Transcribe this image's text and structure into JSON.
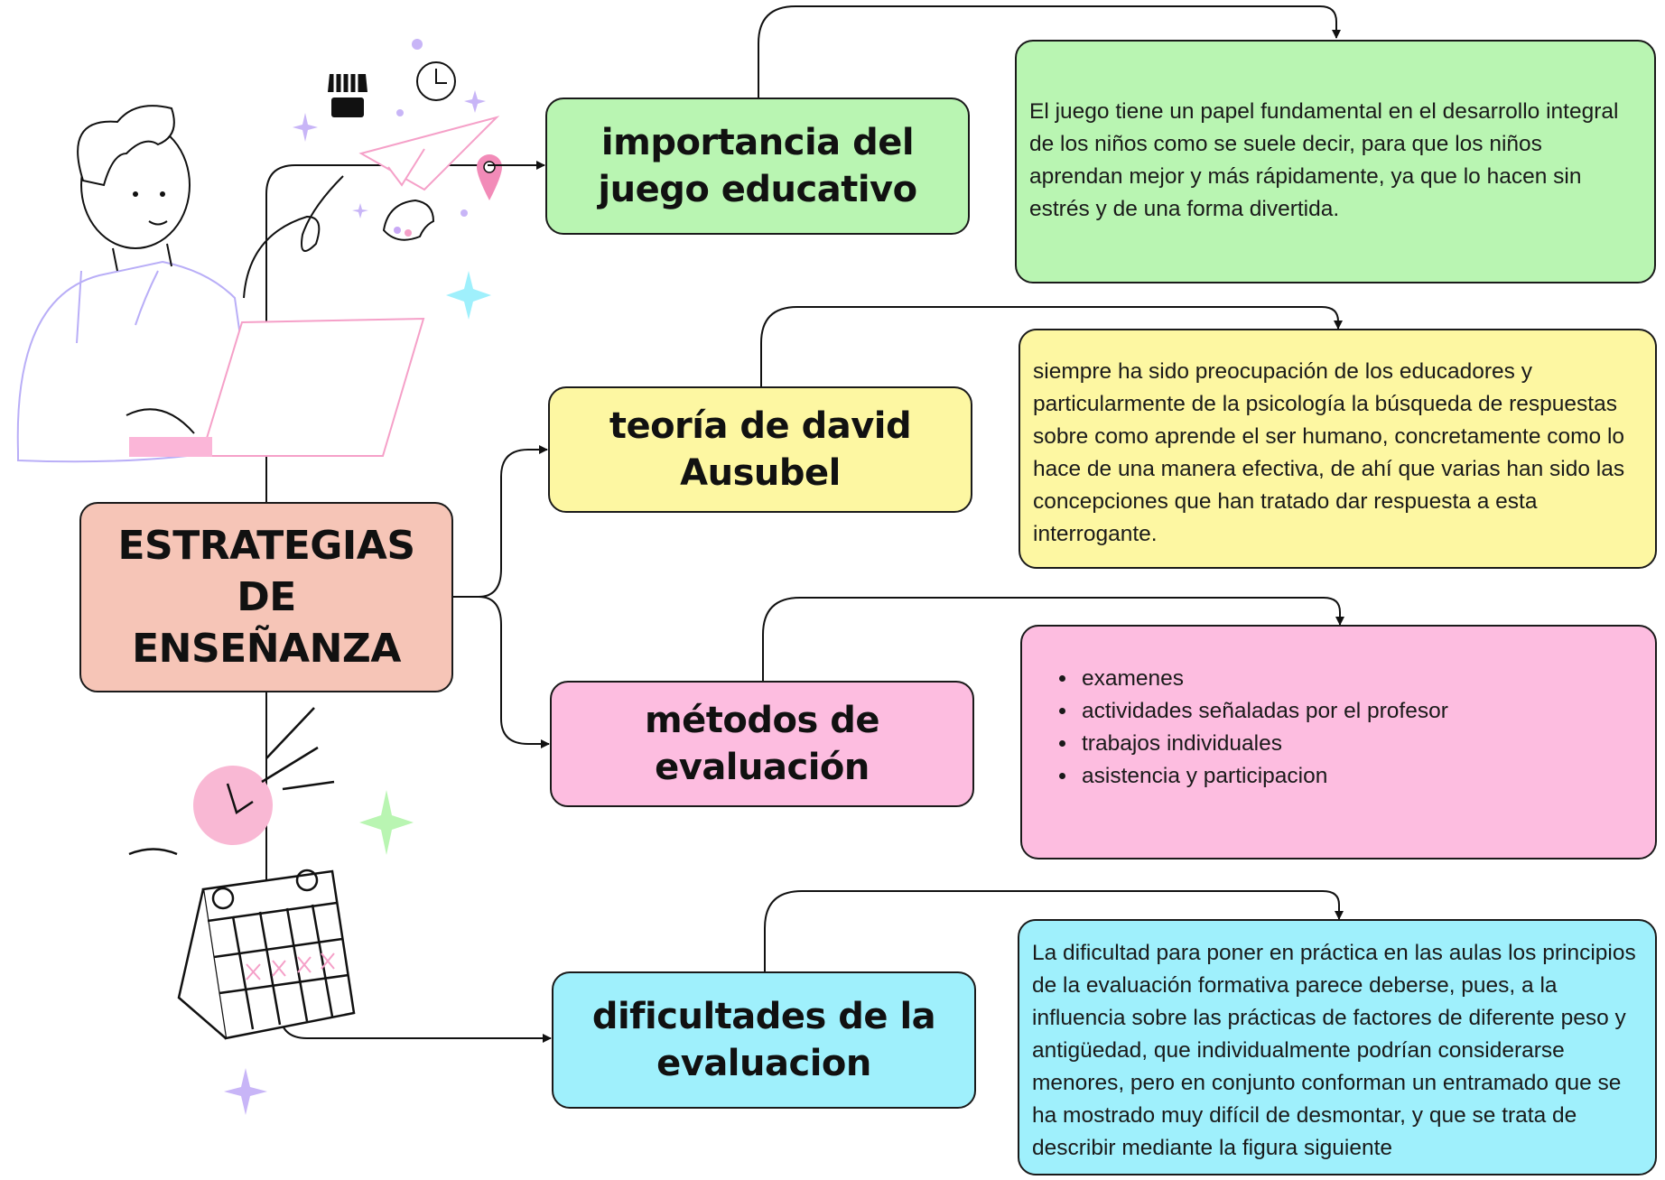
{
  "central": {
    "label": "ESTRATEGIAS DE ENSEÑANZA",
    "color": "#f6c5b7"
  },
  "branches": [
    {
      "title": "importancia del juego educativo",
      "color": "#b9f5b2",
      "description": "El juego tiene un papel fundamental en el desarrollo integral de los niños como se suele decir, para que los niños aprendan mejor y más rápidamente, ya que lo hacen sin estrés y de una forma divertida."
    },
    {
      "title": "teoría de david  Ausubel",
      "color": "#fdf7a2",
      "description": " siempre ha sido preocupación de los educadores y particularmente de la psicología la búsqueda de respuestas sobre como aprende el ser humano, concretamente como lo hace de una manera efectiva, de ahí que varias han sido las concepciones que han tratado dar respuesta a esta interrogante."
    },
    {
      "title": "métodos de evaluación",
      "color": "#fdbde0",
      "items": [
        "examenes",
        "actividades señaladas por el profesor",
        "trabajos individuales",
        "asistencia y participacion"
      ]
    },
    {
      "title": "dificultades de la evaluacion",
      "color": "#9ff0fc",
      "description": "La dificultad para poner en práctica en las aulas los principios de la evaluación formativa parece deberse, pues, a la influencia sobre las prácticas de factores de diferente peso y antigüedad, que individualmente podrían considerarse menores, pero en conjunto conforman un entramado que se ha mostrado muy difícil de desmontar, y que se trata de describir mediante la figura siguiente"
    }
  ],
  "illustrations": {
    "person": "person-at-laptop-illustration",
    "icons": [
      "storefront-icon",
      "clock-icon",
      "paper-plane-icon",
      "location-pin-icon",
      "paint-palette-icon",
      "sparkle-icon",
      "calendar-icon"
    ]
  }
}
